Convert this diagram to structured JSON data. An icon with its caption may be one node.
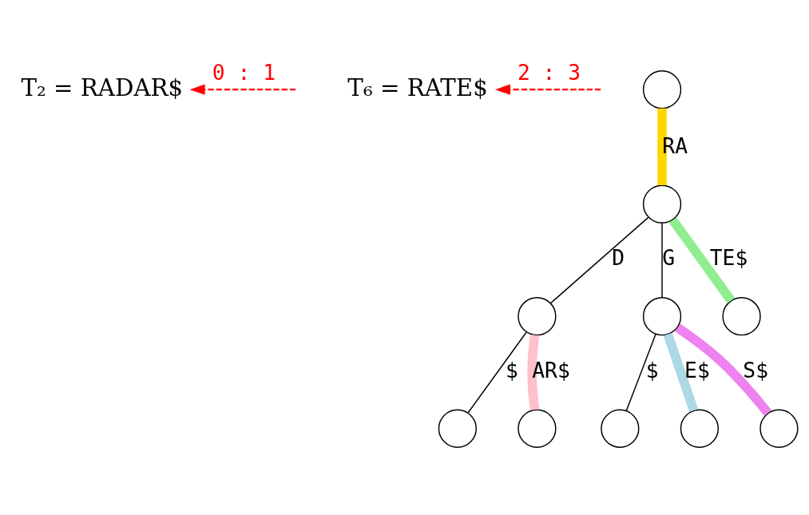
{
  "diagram": {
    "nodes": [
      {
        "text": [
          "T₂ = RADAR$"
        ]
      },
      {
        "text": [
          "T₆ = RATE$"
        ]
      },
      {
        "text": [],
        "shape": "circle"
      },
      {
        "text": [],
        "shape": "circle"
      },
      {
        "text": [],
        "shape": "circle"
      },
      {
        "text": [],
        "shape": "circle"
      },
      {
        "text": [],
        "shape": "circle"
      },
      {
        "text": [],
        "shape": "circle"
      },
      {
        "text": [],
        "shape": "circle"
      },
      {
        "text": [],
        "shape": "circle"
      },
      {
        "text": [],
        "shape": "circle"
      },
      {
        "text": [],
        "shape": "circle"
      }
    ],
    "edges": [
      {
        "from": 2,
        "to": 3,
        "arrow": "none",
        "label": "RA",
        "style": "thick",
        "color": "#ffd700"
      },
      {
        "from": 3,
        "to": 4,
        "arrow": "none",
        "label": "D"
      },
      {
        "from": 3,
        "to": 5,
        "arrow": "none",
        "label": "G"
      },
      {
        "from": 3,
        "to": 6,
        "arrow": "none",
        "label": "TE$",
        "style": "thick",
        "color": "#90ee90"
      },
      {
        "from": 4,
        "to": 7,
        "arrow": "none",
        "label": "$"
      },
      {
        "from": 4,
        "to": 8,
        "arrow": "none",
        "label": "AR$",
        "style": "thick",
        "color": "#ffc0cb"
      },
      {
        "from": 5,
        "to": 9,
        "arrow": "none",
        "label": "$"
      },
      {
        "from": 5,
        "to": 10,
        "arrow": "none",
        "label": "E$",
        "style": "thick",
        "color": "#add8e6"
      },
      {
        "from": 5,
        "to": 11,
        "arrow": "none",
        "label": "S$",
        "style": "thick",
        "color": "#ee82ee"
      },
      {
        "from": null,
        "to": 0,
        "arrow": "to",
        "label": "0 : 1",
        "style": "dashed",
        "color": "#ff0000"
      },
      {
        "from": null,
        "to": 1,
        "arrow": "to",
        "label": "2 : 3",
        "style": "dashed",
        "color": "#ff0000"
      }
    ]
  }
}
